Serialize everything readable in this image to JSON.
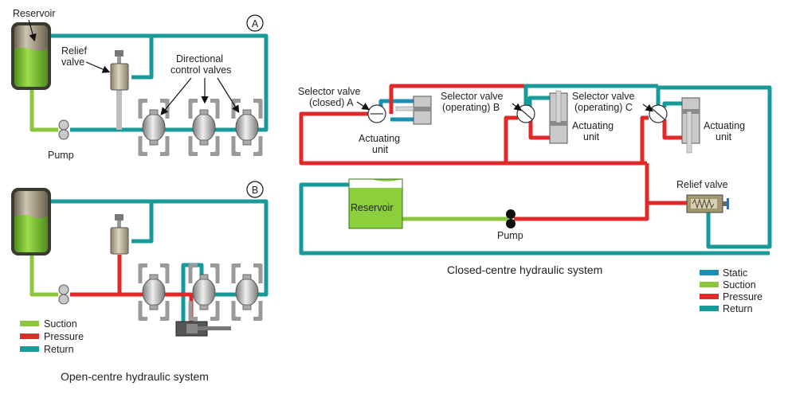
{
  "colors": {
    "return": "#189a9a",
    "suction": "#8cc63f",
    "pressure": "#e02a2a",
    "static": "#1c8fb4",
    "fluid": "#8ccf3c",
    "reservoir_body": "#b7ad98",
    "component": "#c8c8c8"
  },
  "open_centre": {
    "caption": "Open-centre hydraulic system",
    "panel_a": {
      "badge": "A",
      "reservoir_label": "Reservoir",
      "relief_label_1": "Relief",
      "relief_label_2": "valve",
      "dcv_label_1": "Directional",
      "dcv_label_2": "control valves",
      "pump_label": "Pump"
    },
    "panel_b": {
      "badge": "B"
    },
    "legend": [
      {
        "label": "Suction",
        "key": "suction"
      },
      {
        "label": "Pressure",
        "key": "pressure"
      },
      {
        "label": "Return",
        "key": "return"
      }
    ]
  },
  "closed_centre": {
    "caption": "Closed-centre hydraulic system",
    "selector_a_1": "Selector valve",
    "selector_a_2": "(closed) A",
    "selector_b_1": "Selector valve",
    "selector_b_2": "(operating) B",
    "selector_c_1": "Selector valve",
    "selector_c_2": "(operating) C",
    "actuating_1": "Actuating",
    "actuating_2": "unit",
    "reservoir_label": "Reservoir",
    "pump_label": "Pump",
    "relief_label": "Relief valve",
    "legend": [
      {
        "label": "Static",
        "key": "static"
      },
      {
        "label": "Suction",
        "key": "suction"
      },
      {
        "label": "Pressure",
        "key": "pressure"
      },
      {
        "label": "Return",
        "key": "return"
      }
    ]
  }
}
